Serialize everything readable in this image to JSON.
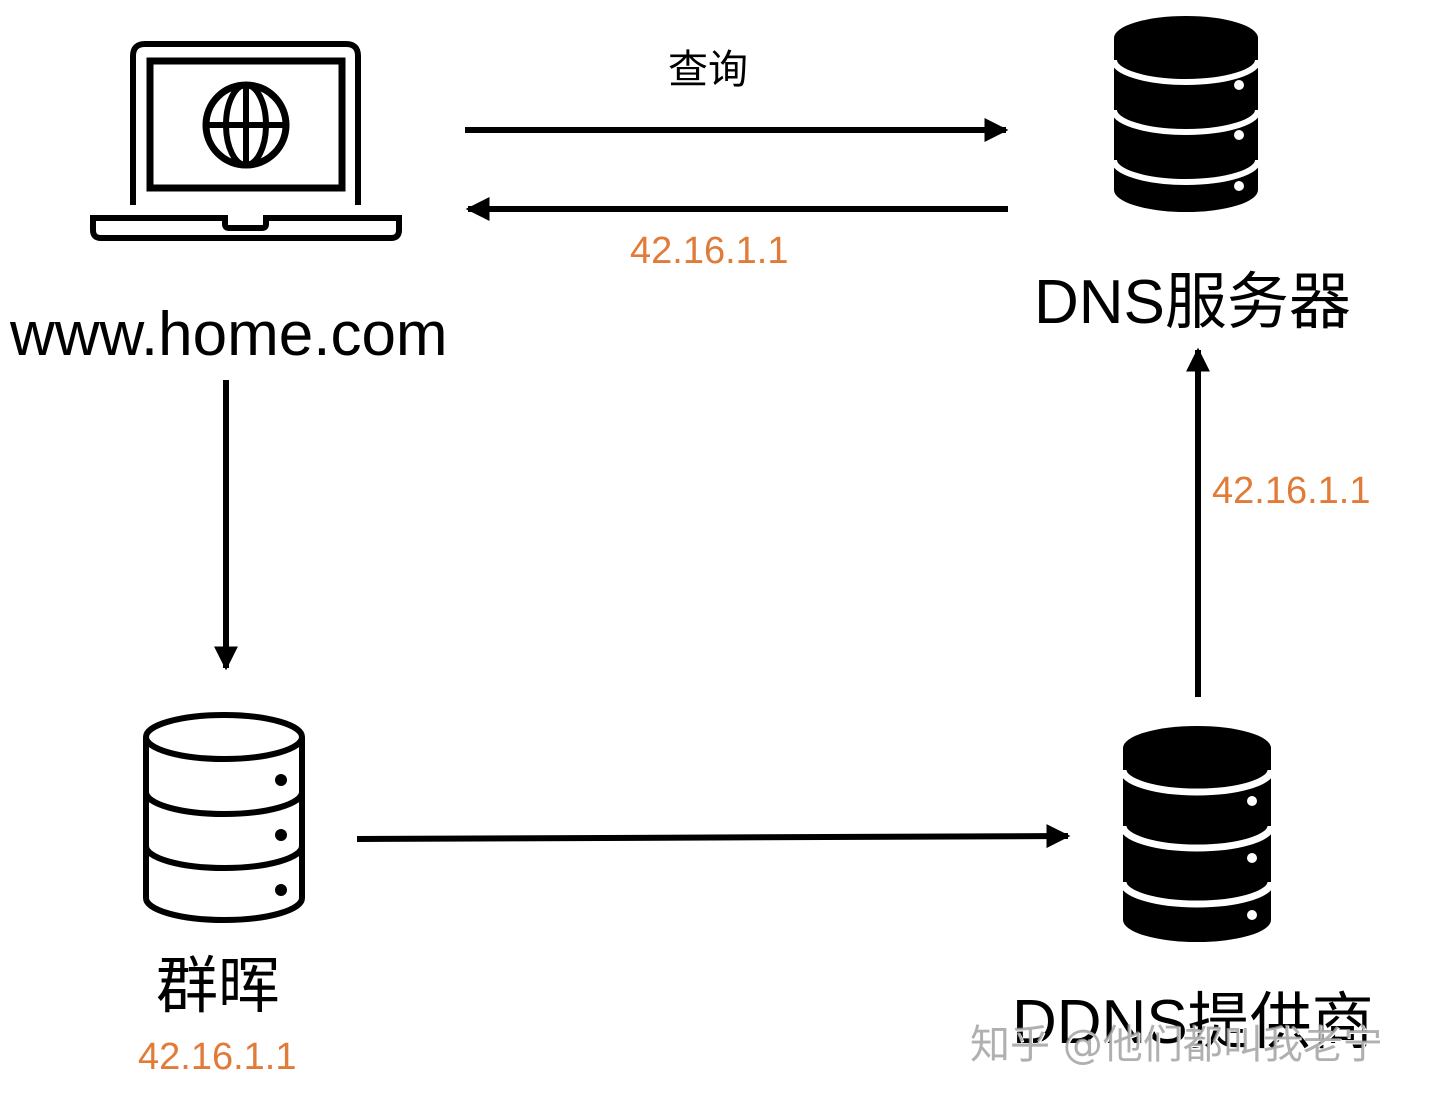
{
  "nodes": {
    "client": {
      "label": "www.home.com",
      "icon": "laptop-globe-icon"
    },
    "dns_server": {
      "label": "DNS服务器",
      "icon": "database-server-icon-filled"
    },
    "nas": {
      "label": "群晖",
      "ip": "42.16.1.1",
      "icon": "database-server-icon-outline"
    },
    "ddns_provider": {
      "label": "DDNS提供商",
      "icon": "database-server-icon-filled"
    }
  },
  "edges": {
    "query": {
      "from": "client",
      "to": "dns_server",
      "label": "查询"
    },
    "dns_reply": {
      "from": "dns_server",
      "to": "client",
      "label": "42.16.1.1"
    },
    "client_to_nas": {
      "from": "client",
      "to": "nas",
      "label": ""
    },
    "nas_to_ddns": {
      "from": "nas",
      "to": "ddns_provider",
      "label": ""
    },
    "ddns_to_dns": {
      "from": "ddns_provider",
      "to": "dns_server",
      "label": "42.16.1.1"
    }
  },
  "colors": {
    "ip_text": "#e07b39",
    "stroke": "#000000"
  },
  "watermark": "知乎 @他们都叫我老宁"
}
